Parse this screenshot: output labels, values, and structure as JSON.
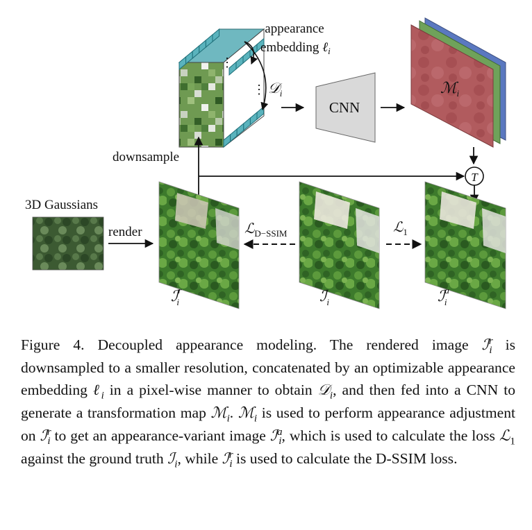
{
  "figure": {
    "labels": {
      "appearance_line1": "appearance",
      "appearance_line2": "embedding",
      "embedding_symbol": "ℓ",
      "embedding_sub": "i",
      "d_symbol": "𝒟",
      "d_sub": "i",
      "cnn": "CNN",
      "m_symbol": "ℳ",
      "m_sub": "i",
      "downsample": "downsample",
      "transform": "T",
      "gaussians": "3D Gaussians",
      "render": "render",
      "dssim_symbol": "ℒ",
      "dssim_sub": "D−SSIM",
      "l1_symbol": "ℒ",
      "l1_sub": "1",
      "rendered_symbol": "ℐ",
      "rendered_sup": "r",
      "rendered_sub": "i",
      "gt_symbol": "ℐ",
      "gt_sub": "i",
      "adjusted_symbol": "ℐ",
      "adjusted_sup": "a",
      "adjusted_sub": "i"
    }
  },
  "caption": {
    "t1": "Figure 4. Decoupled appearance modeling. The rendered image ",
    "s1": "ℐ",
    "s1_sup": "r",
    "s1_sub": "i",
    "t2": " is downsampled to a smaller resolution, concatenated by an optimizable appearance embedding ",
    "s2": "ℓ",
    "s2_sub": "i",
    "t3": " in a pixel-wise manner to obtain ",
    "s3": "𝒟",
    "s3_sub": "i",
    "t4": ", and then fed into a CNN to generate a transformation map ",
    "s4": "ℳ",
    "s4_sub": "i",
    "t5": ". ",
    "s5": "ℳ",
    "s5_sub": "i",
    "t6": " is used to perform appearance adjustment on ",
    "s6": "ℐ",
    "s6_sup": "r",
    "s6_sub": "i",
    "t7": " to get an appearance-variant image ",
    "s7": "ℐ",
    "s7_sup": "a",
    "s7_sub": "i",
    "t8": ", which is used to calculate the loss ",
    "s8": "ℒ",
    "s8_sub": "1",
    "t9": " against the ground truth ",
    "s9": "ℐ",
    "s9_sub": "i",
    "t10": ", while ",
    "s10": "ℐ",
    "s10_sup": "r",
    "s10_sub": "i",
    "t11": " is used to calculate the D-SSIM loss."
  },
  "colors": {
    "teal": "#5ab3bd",
    "teal_dark": "#1f6f79",
    "cnn_fill": "#d9d9d9",
    "map_red": "#b0585c",
    "map_green": "#6fa25a",
    "map_blue": "#5a78c0",
    "foliage": "#3f7a2e"
  }
}
